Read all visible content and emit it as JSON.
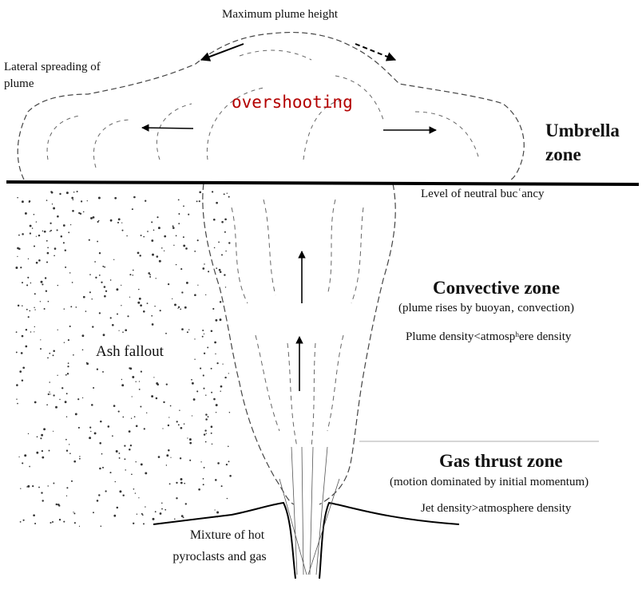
{
  "labels": {
    "max_height": "Maximum plume height",
    "lateral_1": "Lateral spreading of",
    "lateral_2": "plume",
    "overshooting": "overshooting",
    "umbrella_1": "Umbrella",
    "umbrella_2": "zone",
    "neutral": "Level of neutral bucʿancy",
    "convective_title": "Convective zone",
    "convective_sub": "(plume rises by buoyan‚ convection)",
    "convective_density": "Plume density<atmospʰere density",
    "ash": "Ash fallout",
    "gas_title": "Gas thrust zone",
    "gas_sub": "(motion dominated by initial momentum)",
    "gas_density": "Jet density>atmosphere density",
    "mixture_1": "Mixture of hot",
    "mixture_2": "pyroclasts and gas"
  },
  "colors": {
    "overshooting": "#b30000",
    "line": "#000000",
    "divider": "#c8c8c8"
  }
}
